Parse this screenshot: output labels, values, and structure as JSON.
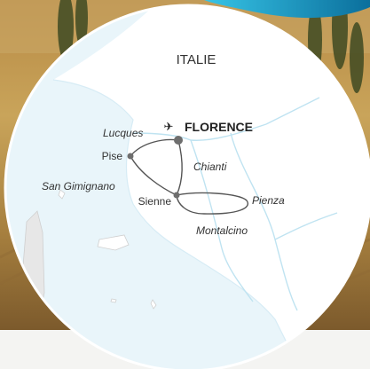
{
  "map": {
    "country_label": "ITALIE",
    "start_city": "FLORENCE",
    "start_icon": "airplane-icon",
    "cities": [
      "Pise",
      "Sienne"
    ],
    "places": [
      "Lucques",
      "Chianti",
      "Pienza",
      "Montalcino",
      "San Gimignano"
    ]
  },
  "colors": {
    "sea": "#e9f5fa",
    "land": "#ffffff",
    "route": "#555555",
    "city_dot": "#6e6e6e",
    "river": "#bfe3f1",
    "accent": "#1aa0c8",
    "background_field": "#c7a55a"
  }
}
